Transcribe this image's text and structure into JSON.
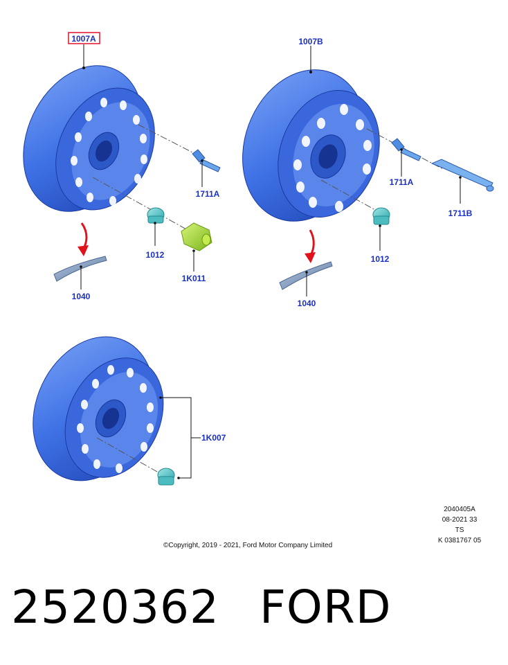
{
  "colors": {
    "wheel": "#3f72e6",
    "wheel_dark": "#1f47b8",
    "wheel_light": "#6f98f2",
    "callout_text": "#1a2fc0",
    "highlight_box": "#e0112b",
    "nut": "#58c7c9",
    "lock_nut": "#a7df2e",
    "weight": "#7a94b8",
    "arrow": "#e0121c"
  },
  "callouts": {
    "c1007a": "1007A",
    "c1007b": "1007B",
    "c1711a_left": "1711A",
    "c1711a_right": "1711A",
    "c1711b": "1711B",
    "c1012_left": "1012",
    "c1012_right": "1012",
    "c1k011": "1K011",
    "c1040_left": "1040",
    "c1040_right": "1040",
    "c1k007": "1K007"
  },
  "meta": {
    "line1": "2040405A",
    "line2": "08-2021 33",
    "line3": "TS",
    "line4": "K 0381767 05"
  },
  "copyright": "©Copyright, 2019 - 2021, Ford Motor Company Limited",
  "caption": {
    "part_number": "2520362",
    "brand": "FORD"
  }
}
